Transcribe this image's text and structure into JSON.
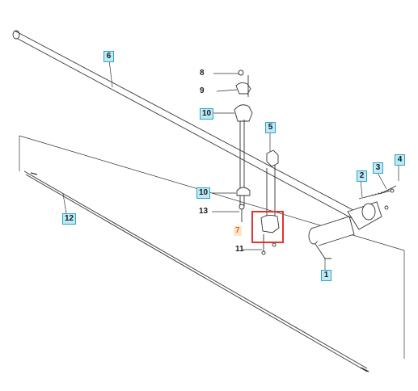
{
  "callouts": [
    {
      "id": "c1",
      "label": "1",
      "style": "boxed"
    },
    {
      "id": "c2",
      "label": "2",
      "style": "boxed"
    },
    {
      "id": "c3",
      "label": "3",
      "style": "boxed"
    },
    {
      "id": "c4",
      "label": "4",
      "style": "boxed"
    },
    {
      "id": "c5",
      "label": "5",
      "style": "boxed"
    },
    {
      "id": "c6",
      "label": "6",
      "style": "boxed"
    },
    {
      "id": "c7",
      "label": "7",
      "style": "orange"
    },
    {
      "id": "c8",
      "label": "8",
      "style": "plain"
    },
    {
      "id": "c9",
      "label": "9",
      "style": "plain"
    },
    {
      "id": "c10a",
      "label": "10",
      "style": "plain"
    },
    {
      "id": "c10b",
      "label": "10",
      "style": "boxed"
    },
    {
      "id": "c11",
      "label": "11",
      "style": "boxed"
    },
    {
      "id": "c12",
      "label": "12",
      "style": "boxed"
    },
    {
      "id": "c13",
      "label": "13",
      "style": "plain"
    }
  ],
  "colors": {
    "line": "#333333",
    "callout_fill": "#bfe9f4",
    "callout_border": "#2aa6c8",
    "highlight": "#e0352f",
    "orange_label": "#d9731c"
  }
}
